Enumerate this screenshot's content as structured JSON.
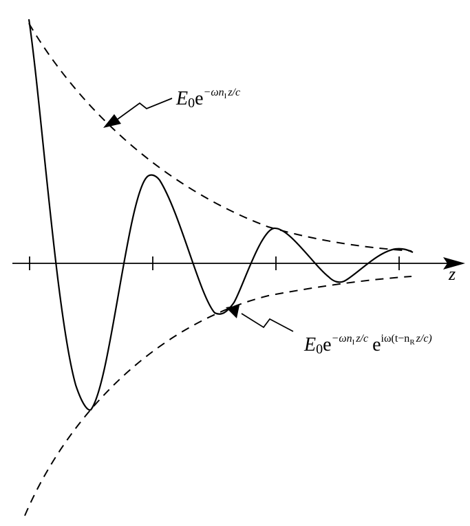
{
  "colors": {
    "ink": "#000000",
    "background": "#ffffff"
  },
  "axis": {
    "label": "z"
  },
  "labels": {
    "envelope": {
      "E": "E",
      "sub0": "0",
      "e": "e",
      "exp_main": "−ωn",
      "exp_sub": "I",
      "exp_tail": "z/c"
    },
    "wave": {
      "E": "E",
      "sub0": "0",
      "e1": "e",
      "exp1_main": "−ωn",
      "exp1_sub": "I",
      "exp1_tail": "z/c",
      "e2": "e",
      "exp2_main": "iω(t−n",
      "exp2_sub": "R",
      "exp2_tail": "z/c)"
    }
  }
}
